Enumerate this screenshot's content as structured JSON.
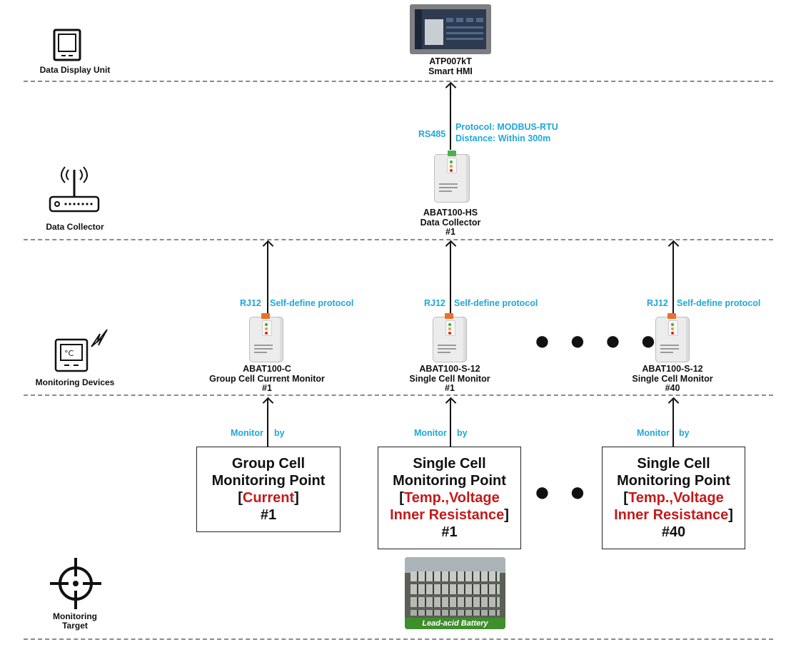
{
  "tiers": {
    "display": "Data Display Unit",
    "collector": "Data Collector",
    "devices": "Monitoring Devices",
    "target": "Monitoring Target"
  },
  "hmi": {
    "line1": "ATP007kT",
    "line2": "Smart HMI"
  },
  "collector_device": {
    "line1": "ABAT100-HS",
    "line2": "Data Collector",
    "line3": "#1",
    "port": "RS485",
    "protocol": "Protocol: MODBUS-RTU",
    "distance": "Distance: Within 300m"
  },
  "monitors": [
    {
      "line1": "ABAT100-C",
      "line2": "Group Cell Current Monitor",
      "line3": "#1",
      "port": "RJ12",
      "protocol": "Self-define protocol",
      "monitor": "Monitor",
      "by": "by"
    },
    {
      "line1": "ABAT100-S-12",
      "line2": "Single Cell Monitor",
      "line3": "#1",
      "port": "RJ12",
      "protocol": "Self-define protocol",
      "monitor": "Monitor",
      "by": "by"
    },
    {
      "line1": "ABAT100-S-12",
      "line2": "Single Cell Monitor",
      "line3": "#40",
      "port": "RJ12",
      "protocol": "Self-define protocol",
      "monitor": "Monitor",
      "by": "by"
    }
  ],
  "points": [
    {
      "l1": "Group Cell",
      "l2": "Monitoring Point",
      "open": "[",
      "red1": "Current",
      "close": "]",
      "num": "#1"
    },
    {
      "l1": "Single Cell",
      "l2": "Monitoring Point",
      "open": "[",
      "red1": "Temp.,Voltage",
      "red2": "Inner Resistance",
      "close": "]",
      "num": "#1"
    },
    {
      "l1": "Single Cell",
      "l2": "Monitoring Point",
      "open": "[",
      "red1": "Temp.,Voltage",
      "red2": "Inner Resistance",
      "close": "]",
      "num": "#40"
    }
  ],
  "battery_caption": "Lead-acid Battery",
  "ellipsis": "● ● ● ●",
  "colors": {
    "cyan": "#1fa8d8",
    "red": "#c41a1a",
    "module_orange": "#e9712a"
  }
}
